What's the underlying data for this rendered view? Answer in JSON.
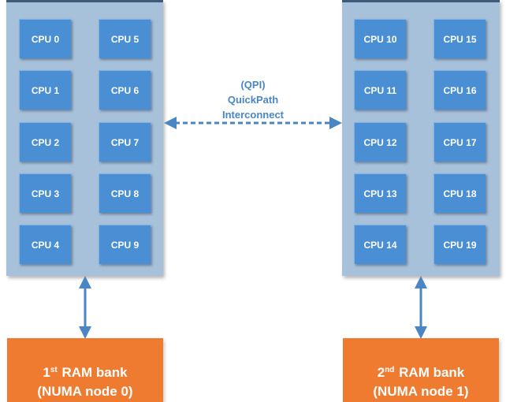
{
  "sockets": [
    {
      "cpus": [
        "CPU 0",
        "CPU 5",
        "CPU 1",
        "CPU 6",
        "CPU 2",
        "CPU 7",
        "CPU 3",
        "CPU 8",
        "CPU 4",
        "CPU 9"
      ]
    },
    {
      "cpus": [
        "CPU 10",
        "CPU 15",
        "CPU 11",
        "CPU 16",
        "CPU 12",
        "CPU 17",
        "CPU 13",
        "CPU 18",
        "CPU 14",
        "CPU 19"
      ]
    }
  ],
  "interconnect": {
    "line1": "(QPI)",
    "line2": "QuickPath",
    "line3": "Interconnect"
  },
  "ram_banks": [
    {
      "ordinal_num": "1",
      "ordinal_suffix": "st",
      "title": " RAM bank",
      "node": "(NUMA node 0)"
    },
    {
      "ordinal_num": "2",
      "ordinal_suffix": "nd",
      "title": " RAM bank",
      "node": "(NUMA node 1)"
    }
  ],
  "colors": {
    "socket": "#a8c1da",
    "cpu": "#4a8fd4",
    "ram": "#ee7b30",
    "arrow": "#4a86c2"
  }
}
